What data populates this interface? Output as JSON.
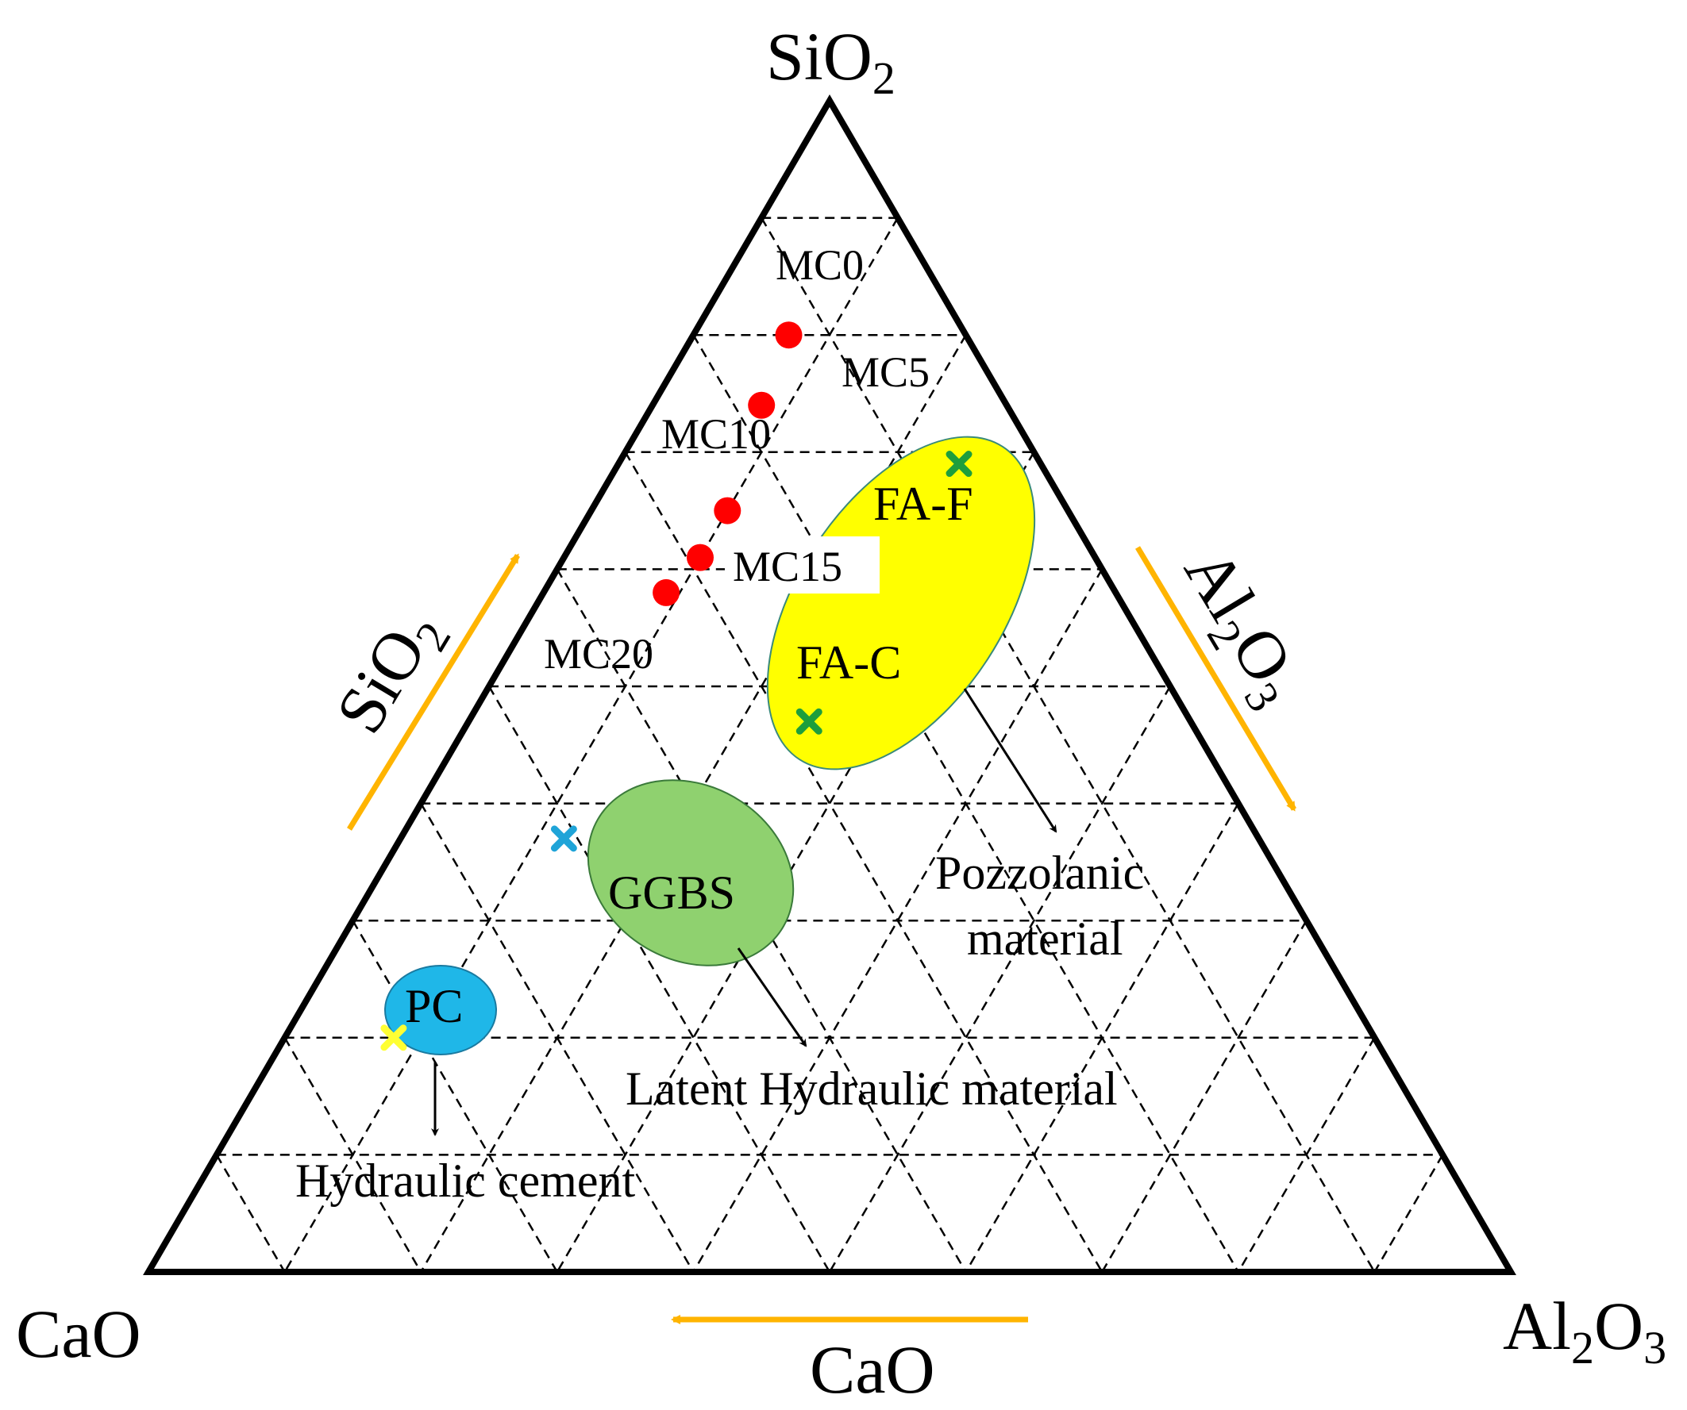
{
  "chart_data": {
    "type": "scatter",
    "chart_kind": "ternary",
    "vertices": {
      "top": {
        "text": "SiO",
        "sub": "2"
      },
      "left": {
        "text": "CaO"
      },
      "right": {
        "pre": "Al",
        "sub1": "2",
        "post": "O",
        "sub2": "3"
      }
    },
    "side_labels": {
      "left": {
        "text": "SiO",
        "sub": "2"
      },
      "right": {
        "pre": "Al",
        "sub1": "2",
        "post": "O",
        "sub2": "3"
      },
      "bottom": {
        "text": "CaO"
      }
    },
    "grid_divisions": 10,
    "grid_style": "dashed",
    "axis_arrow_color": "#FFB400",
    "samples": {
      "color": "#FF0000",
      "points": [
        {
          "label": "MC0",
          "sio2": 80,
          "cao": 13,
          "al2o3": 7
        },
        {
          "label": "MC5",
          "sio2": 74,
          "cao": 18,
          "al2o3": 8
        },
        {
          "label": "MC10",
          "sio2": 65,
          "cao": 25,
          "al2o3": 10
        },
        {
          "label": "MC15",
          "sio2": 61,
          "cao": 29,
          "al2o3": 10
        },
        {
          "label": "MC20",
          "sio2": 58,
          "cao": 33,
          "al2o3": 9
        }
      ]
    },
    "regions": [
      {
        "label": "FA-F",
        "fill": "#FFFF00",
        "marker_color": "#1E9E3C",
        "marker": {
          "sio2": 69,
          "cao": 6,
          "al2o3": 25
        }
      },
      {
        "label": "FA-C",
        "fill": "#FFFF00",
        "marker_color": "#1E9E3C",
        "marker": {
          "sio2": 47,
          "cao": 28,
          "al2o3": 25
        }
      },
      {
        "label": "GGBS",
        "fill": "#8FD16F",
        "marker_color": "#1FA4D8",
        "marker": {
          "sio2": 37,
          "cao": 51,
          "al2o3": 12
        }
      },
      {
        "label": "PC",
        "fill": "#1FB7E8",
        "marker_color": "#FFFF33",
        "marker": {
          "sio2": 20,
          "cao": 72,
          "al2o3": 8
        }
      }
    ],
    "zones": [
      {
        "label": [
          "Pozzolanic",
          "material"
        ]
      },
      {
        "label": [
          "Latent Hydraulic material"
        ]
      },
      {
        "label": [
          "Hydraulic cement"
        ]
      }
    ]
  }
}
